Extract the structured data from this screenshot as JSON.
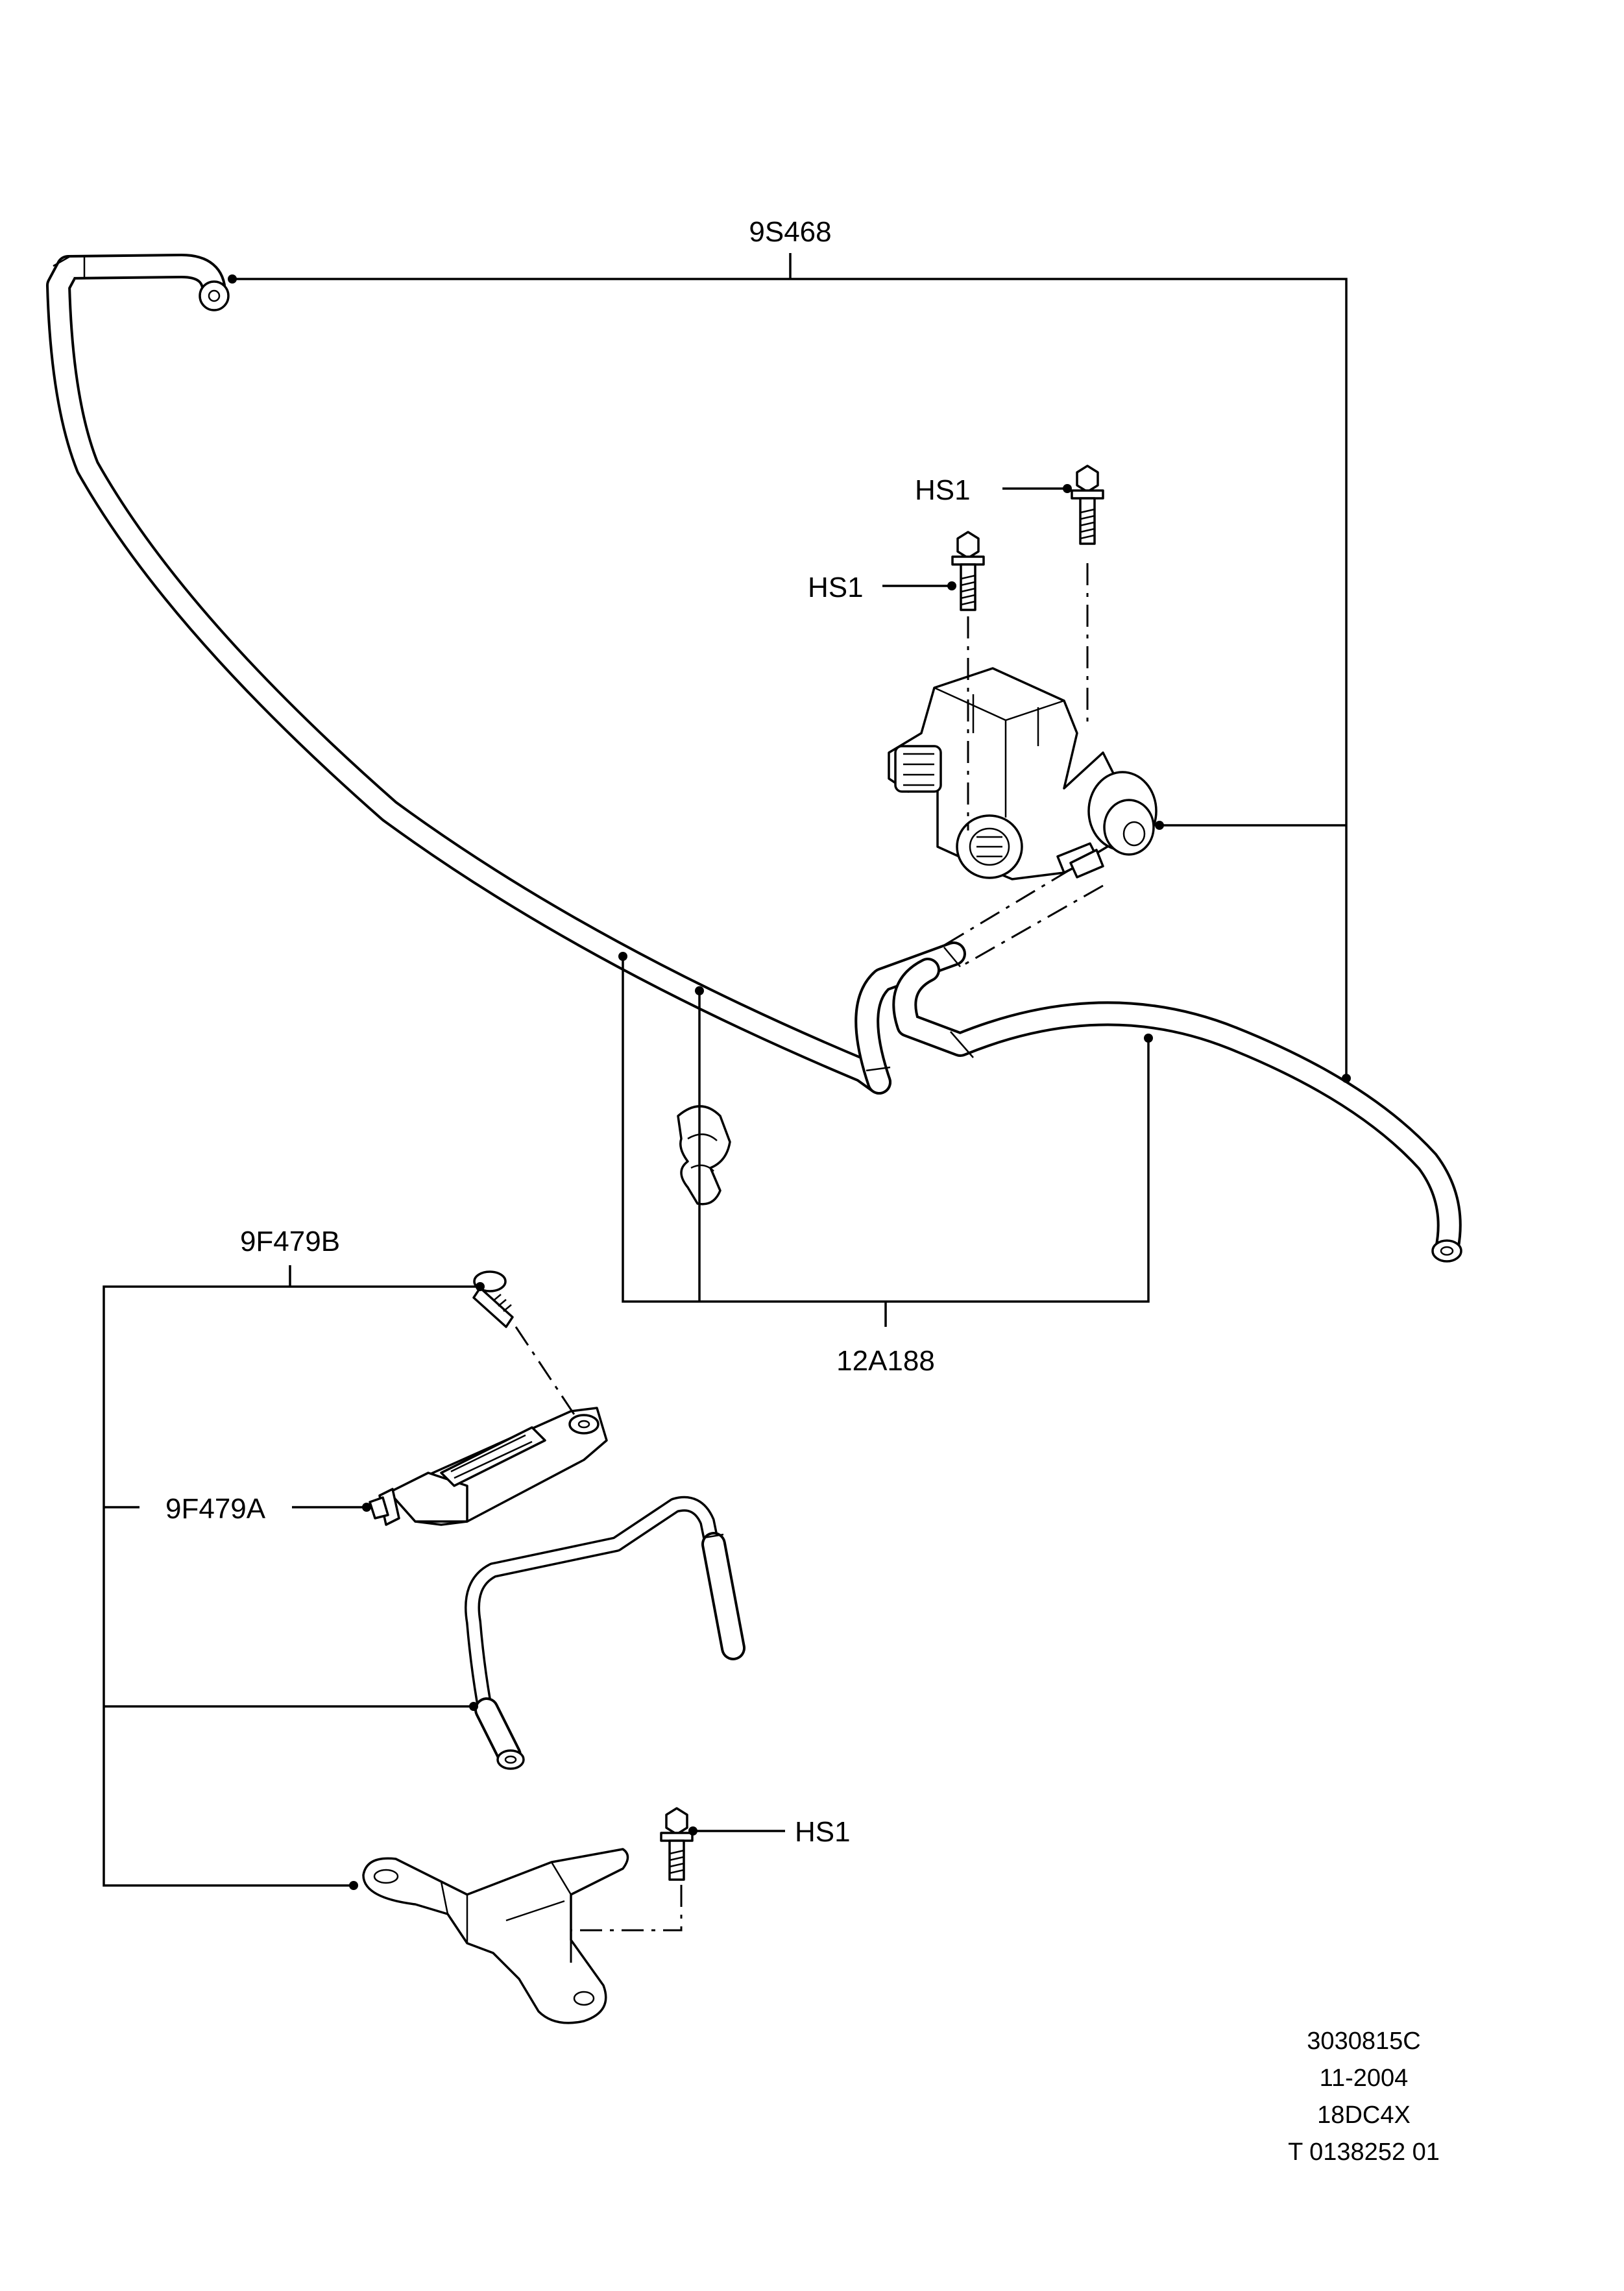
{
  "labels": {
    "hose_upper": "9S468",
    "hs1_top": "HS1",
    "hs1_mid": "HS1",
    "clips": "12A188",
    "sensor_b": "9F479B",
    "sensor_a": "9F479A",
    "hs1_bottom": "HS1"
  },
  "footer": {
    "line1": "3030815C",
    "line2": "11-2004",
    "line3": "18DC4X",
    "line4": "T 0138252 01"
  }
}
